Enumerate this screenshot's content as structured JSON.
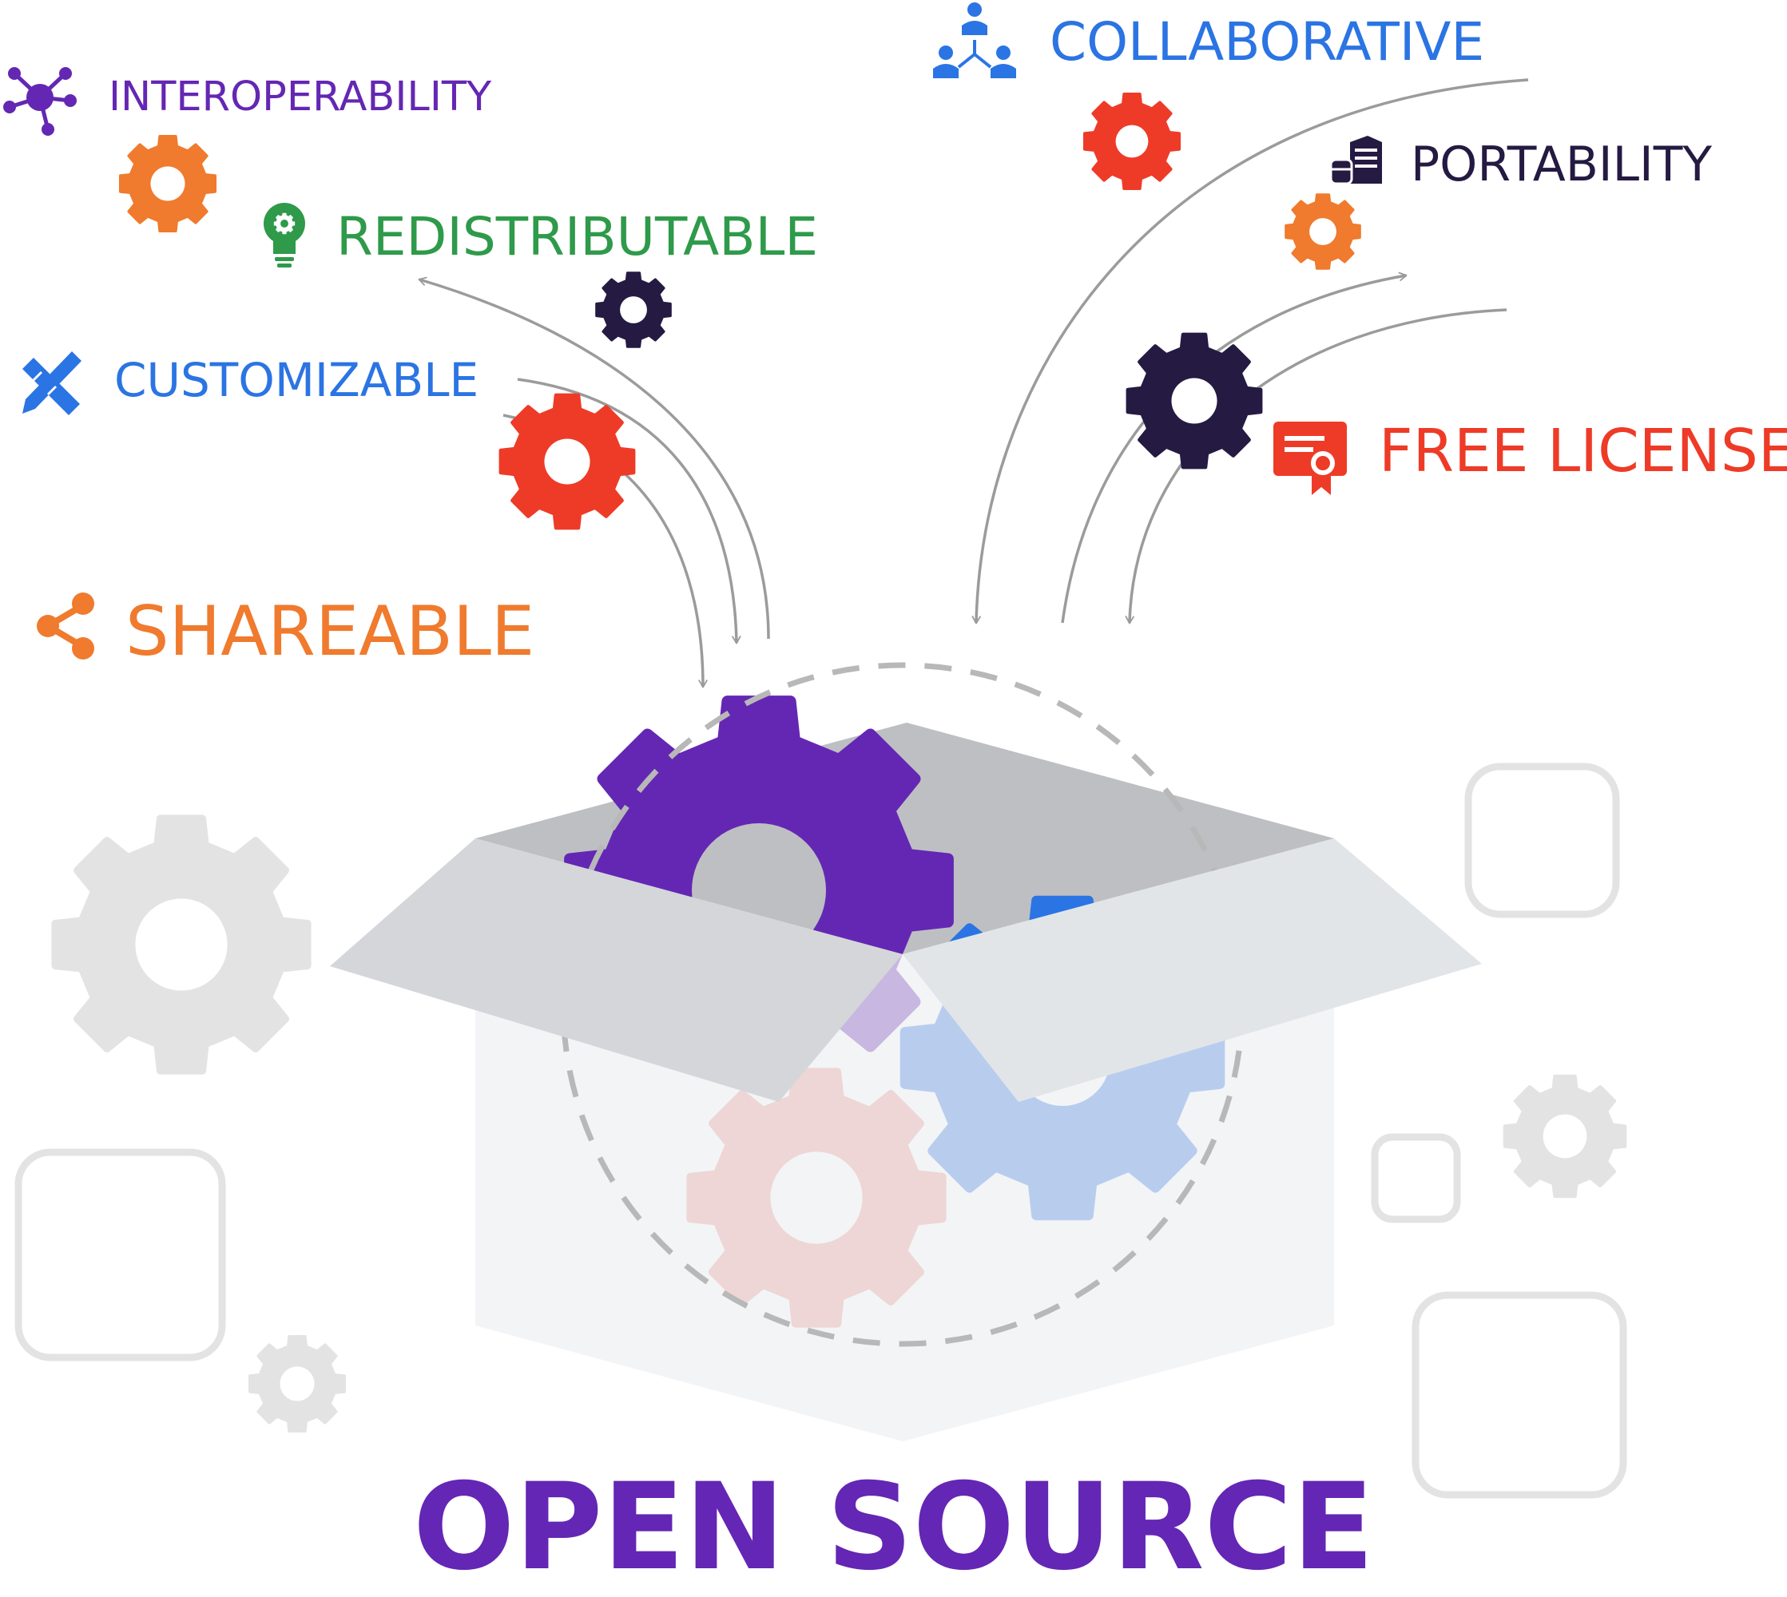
{
  "title": "OPEN SOURCE",
  "colors": {
    "title": "#6426b4",
    "purple": "#6427b3",
    "blue": "#2b74e3",
    "green": "#2e9a4a",
    "orange": "#f07a2d",
    "red": "#ee3b27",
    "navy": "#241a42",
    "grey_gear": "#e3e3e3",
    "box_light": "#eff0f2",
    "box_flap": "#d4d6da",
    "box_inner": "#bebfc3",
    "arrow": "#9b9b9b"
  },
  "features": [
    {
      "label": "INTEROPERABILITY",
      "icon": "network-nodes-icon",
      "color": "#6427b3"
    },
    {
      "label": "REDISTRIBUTABLE",
      "icon": "lightbulb-gear-icon",
      "color": "#2e9a4a"
    },
    {
      "label": "CUSTOMIZABLE",
      "icon": "pencil-ruler-icon",
      "color": "#2b74e3"
    },
    {
      "label": "SHAREABLE",
      "icon": "share-icon",
      "color": "#f07a2d"
    },
    {
      "label": "COLLABORATIVE",
      "icon": "team-hierarchy-icon",
      "color": "#2b74e3"
    },
    {
      "label": "PORTABILITY",
      "icon": "server-database-icon",
      "color": "#241a42"
    },
    {
      "label": "FREE LICENSE",
      "icon": "certificate-icon",
      "color": "#ee3b27"
    }
  ]
}
